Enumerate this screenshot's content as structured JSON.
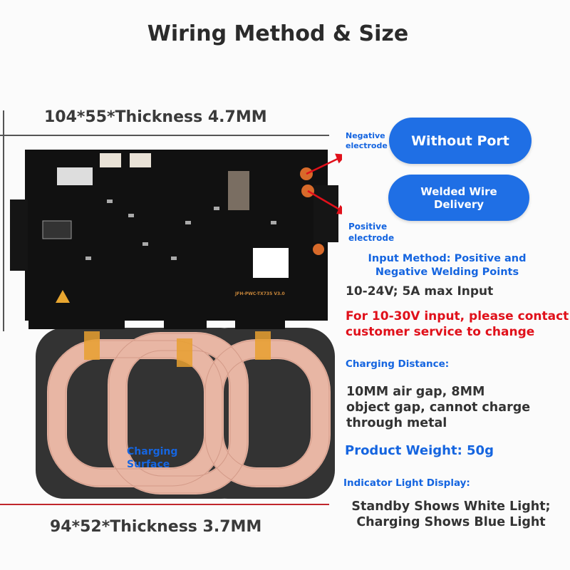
{
  "title": "Wiring Method & Size",
  "board_dimension": "104*55*Thickness 4.7MM",
  "coil_dimension": "94*52*Thickness 3.7MM",
  "board_marking": "JFH-PWC-TX735 V3.0",
  "labels": {
    "negative": [
      "Negative",
      "electrode"
    ],
    "positive": [
      "Positive",
      "electrode"
    ],
    "charging_surface": [
      "Charging",
      "Surface"
    ]
  },
  "buttons": {
    "without_port": "Without Port",
    "welded": [
      "Welded Wire",
      "Delivery"
    ]
  },
  "specs": {
    "input_method": [
      "Input Method: Positive and",
      "Negative Welding Points"
    ],
    "input_voltage": "10-24V; 5A max Input",
    "warning": [
      "For 10-30V input, please contact",
      "customer service to change"
    ],
    "distance_title": "Charging Distance:",
    "distance": [
      "10MM air gap, 8MM",
      "object gap, cannot charge",
      "through metal"
    ],
    "weight": "Product Weight: 50g",
    "indicator_title": "Indicator Light Display:",
    "indicator": [
      "Standby Shows White Light;",
      "Charging Shows Blue Light"
    ]
  },
  "colors": {
    "accent": "#1f6fe5",
    "warning": "#e0101a"
  }
}
